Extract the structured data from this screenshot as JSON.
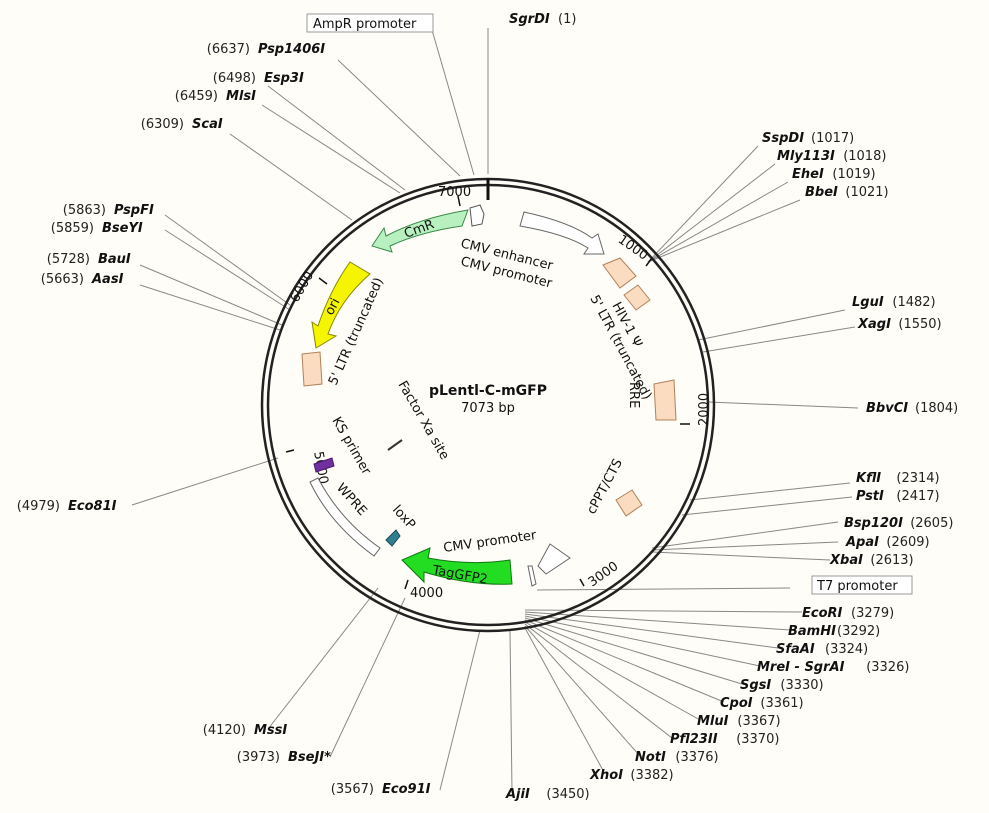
{
  "plasmid": {
    "name": "pLentl-C-mGFP",
    "length": "7073 bp"
  },
  "ticks": [
    "1000",
    "2000",
    "3000",
    "4000",
    "5000",
    "6000",
    "7000"
  ],
  "boxed_labels": {
    "ampr_promoter": "AmpR promoter",
    "t7_promoter": "T7 promoter"
  },
  "features": {
    "cmv_enhancer": "CMV enhancer",
    "cmv_promoter_top": "CMV promoter",
    "hiv1_psi": "HIV-1 Ψ",
    "ltr5_right": "5' LTR (truncated)",
    "rre": "RRE",
    "cppt_cts": "cPPT/CTS",
    "cmv_promoter_bottom": "CMV promoter",
    "taggfp2": "TagGFP2",
    "loxp": "loxP",
    "wpre": "WPRE",
    "ks_primer": "KS primer",
    "factor_xa": "Factor Xa site",
    "ltr5_left": "5' LTR (truncated)",
    "ori": "ori",
    "cmr": "CmR"
  },
  "sites": [
    {
      "name": "SgrDI",
      "pos": "(1)",
      "color": "#111111"
    },
    {
      "name": "Psp1406I",
      "pos": "(6637)",
      "color": "#111111"
    },
    {
      "name": "Esp3I",
      "pos": "(6498)",
      "color": "#111111"
    },
    {
      "name": "MlsI",
      "pos": "(6459)",
      "color": "#2e8b2e"
    },
    {
      "name": "ScaI",
      "pos": "(6309)",
      "color": "#2e8b2e"
    },
    {
      "name": "SspDI",
      "pos": "(1017)",
      "color": "#111111"
    },
    {
      "name": "Mly113I",
      "pos": "(1018)",
      "color": "#111111"
    },
    {
      "name": "EheI",
      "pos": "(1019)",
      "color": "#2e8b2e"
    },
    {
      "name": "BbeI",
      "pos": "(1021)",
      "color": "#111111"
    },
    {
      "name": "LguI",
      "pos": "(1482)",
      "color": "#111111"
    },
    {
      "name": "XagI",
      "pos": "(1550)",
      "color": "#111111"
    },
    {
      "name": "BbvCI",
      "pos": "(1804)",
      "color": "#111111"
    },
    {
      "name": "PspFI",
      "pos": "(5863)",
      "color": "#111111"
    },
    {
      "name": "BseYI",
      "pos": "(5859)",
      "color": "#111111"
    },
    {
      "name": "BauI",
      "pos": "(5728)",
      "color": "#111111"
    },
    {
      "name": "AasI",
      "pos": "(5663)",
      "color": "#111111"
    },
    {
      "name": "Eco81I",
      "pos": "(4979)",
      "color": "#111111"
    },
    {
      "name": "KflI",
      "pos": "(2314)",
      "color": "#111111"
    },
    {
      "name": "PstI",
      "pos": "(2417)",
      "color": "#111111"
    },
    {
      "name": "Bsp120I",
      "pos": "(2605)",
      "color": "#111111"
    },
    {
      "name": "ApaI",
      "pos": "(2609)",
      "color": "#111111"
    },
    {
      "name": "XbaI",
      "pos": "(2613)",
      "color": "#111111"
    },
    {
      "name": "EcoRI",
      "pos": "(3279)",
      "color": "#111111"
    },
    {
      "name": "BamHI",
      "pos": "(3292)",
      "color": "#111111"
    },
    {
      "name": "SfaAI",
      "pos": "(3324)",
      "color": "#111111"
    },
    {
      "name": "MreI - SgrAI",
      "pos": "(3326)",
      "color": "#111111"
    },
    {
      "name": "SgsI",
      "pos": "(3330)",
      "color": "#111111"
    },
    {
      "name": "CpoI",
      "pos": "(3361)",
      "color": "#111111"
    },
    {
      "name": "MluI",
      "pos": "(3367)",
      "color": "#111111"
    },
    {
      "name": "Pfl23II",
      "pos": "(3370)",
      "color": "#111111"
    },
    {
      "name": "NotI",
      "pos": "(3376)",
      "color": "#111111"
    },
    {
      "name": "XhoI",
      "pos": "(3382)",
      "color": "#111111"
    },
    {
      "name": "AjiI",
      "pos": "(3450)",
      "color": "#2e8b2e"
    },
    {
      "name": "Eco91I",
      "pos": "(3567)",
      "color": "#111111"
    },
    {
      "name": "BseJI*",
      "pos": "(3973)",
      "color": "#888888"
    },
    {
      "name": "MssI",
      "pos": "(4120)",
      "color": "#2e8b2e"
    }
  ],
  "colors": {
    "background": "#fffdf7",
    "cmr": "#b8f0c0",
    "ori": "#f5f500",
    "taggfp2": "#22dd22",
    "ltr": "#fbdcc0",
    "loxp": "#2f7f8f",
    "ks_primer": "#7030a0"
  }
}
